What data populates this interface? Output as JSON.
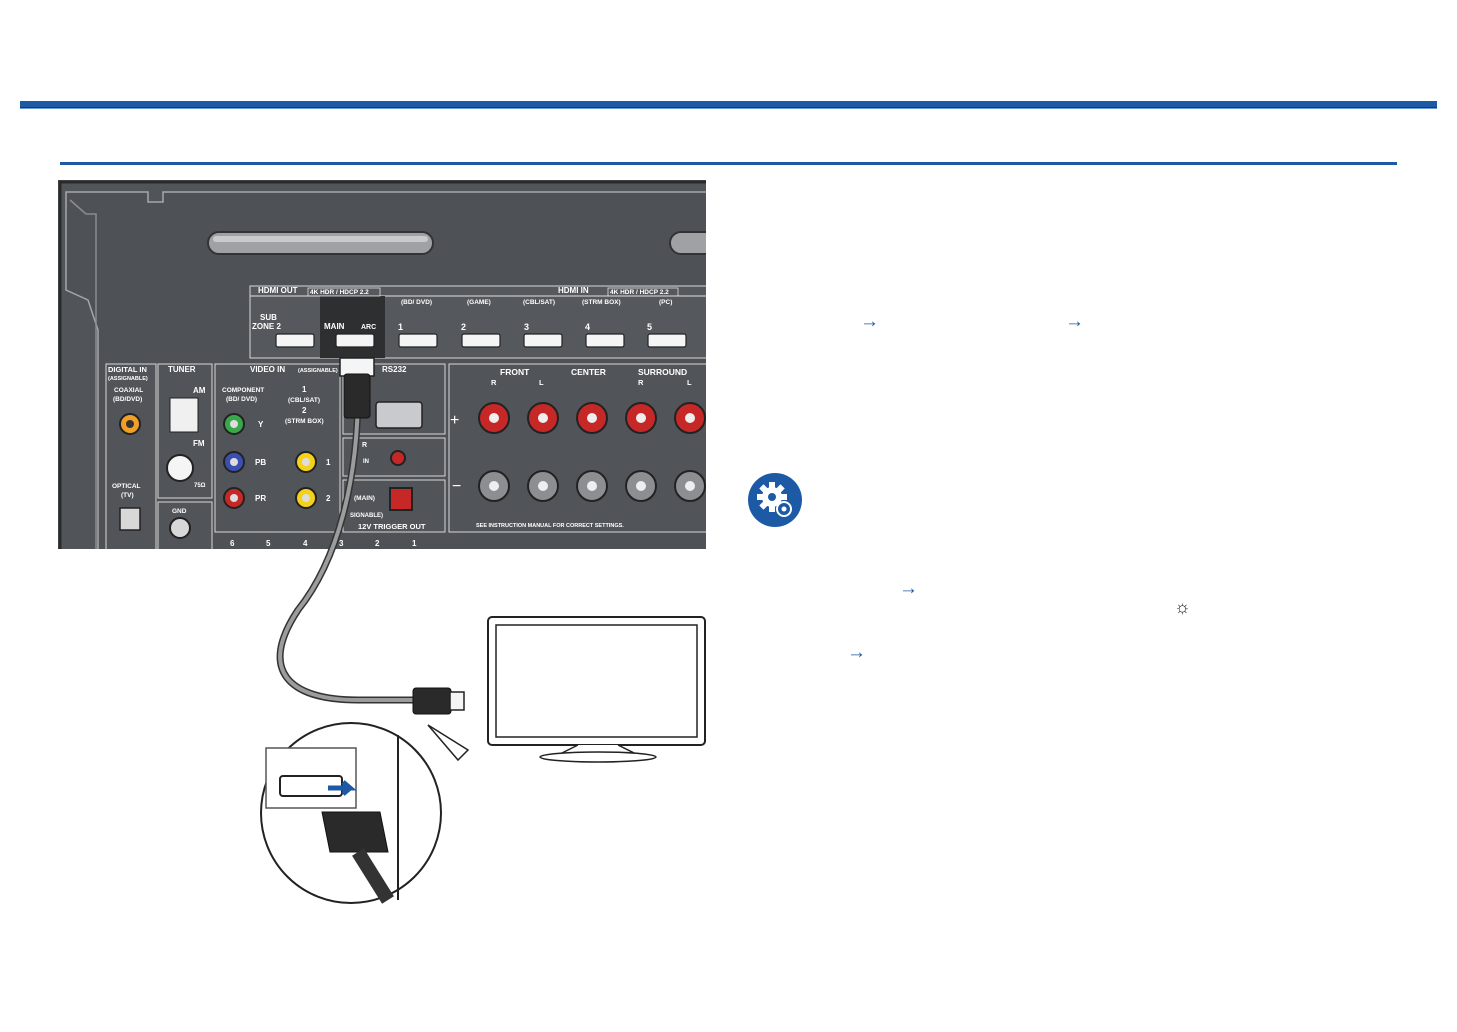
{
  "figure": {
    "hdmi_out_label": "HDMI OUT",
    "hdmi_out_badge": "4K HDR / HDCP 2.2",
    "hdmi_in_label": "HDMI IN",
    "hdmi_in_badge": "4K HDR / HDCP 2.2",
    "sub_zone_label": "SUB",
    "zone2_label": "ZONE 2",
    "main_label": "MAIN",
    "arc_label": "ARC",
    "hdmi_inputs": [
      {
        "num": "1",
        "name": "(BD/ DVD)"
      },
      {
        "num": "2",
        "name": "(GAME)"
      },
      {
        "num": "3",
        "name": "(CBL/SAT)"
      },
      {
        "num": "4",
        "name": "(STRM BOX)"
      },
      {
        "num": "5",
        "name": "(PC)"
      }
    ],
    "digital_in_label": "DIGITAL IN",
    "assignable_label": "(ASSIGNABLE)",
    "coaxial_label": "COAXIAL",
    "coaxial_sub": "(BD/DVD)",
    "optical_label": "OPTICAL",
    "optical_sub": "(TV)",
    "tuner_label": "TUNER",
    "am_label": "AM",
    "fm_label": "FM",
    "ohm_label": "75Ω",
    "gnd_label": "GND",
    "video_in_label": "VIDEO IN",
    "video_assignable": "(ASSIGNABLE)",
    "component_label": "COMPONENT",
    "component_sub": "(BD/ DVD)",
    "y_label": "Y",
    "pb_label": "PB",
    "pr_label": "PR",
    "video1_label": "1",
    "video1_sub": "(CBL/SAT)",
    "video2_label": "2",
    "video2_sub": "(STRM BOX)",
    "composite_nums": [
      "1",
      "2"
    ],
    "rs232_label": "RS232",
    "ir_label": "R",
    "in_label": "IN",
    "main_trig_label": "(MAIN)",
    "assignable_trig": "SIGNABLE)",
    "trigger_label": "12V TRIGGER OUT",
    "front_label": "FRONT",
    "center_label": "CENTER",
    "surround_label": "SURROUND",
    "r_label": "R",
    "l_label": "L",
    "plus_label": "+",
    "minus_label": "−",
    "instruction_label": "SEE INSTRUCTION MANUAL FOR CORRECT SETTINGS.",
    "bottom_numbers": [
      "6",
      "5",
      "4",
      "3",
      "2",
      "1"
    ]
  },
  "references": [
    {
      "arrow": "→",
      "link": ""
    },
    {
      "arrow": "→",
      "link": ""
    },
    {
      "arrow": "→",
      "link": ""
    },
    {
      "arrow": "→",
      "link": ""
    }
  ],
  "icons": {
    "gear_badge": "gear-icon",
    "sun": "☼"
  },
  "colors": {
    "accent": "#1d5aa6"
  }
}
